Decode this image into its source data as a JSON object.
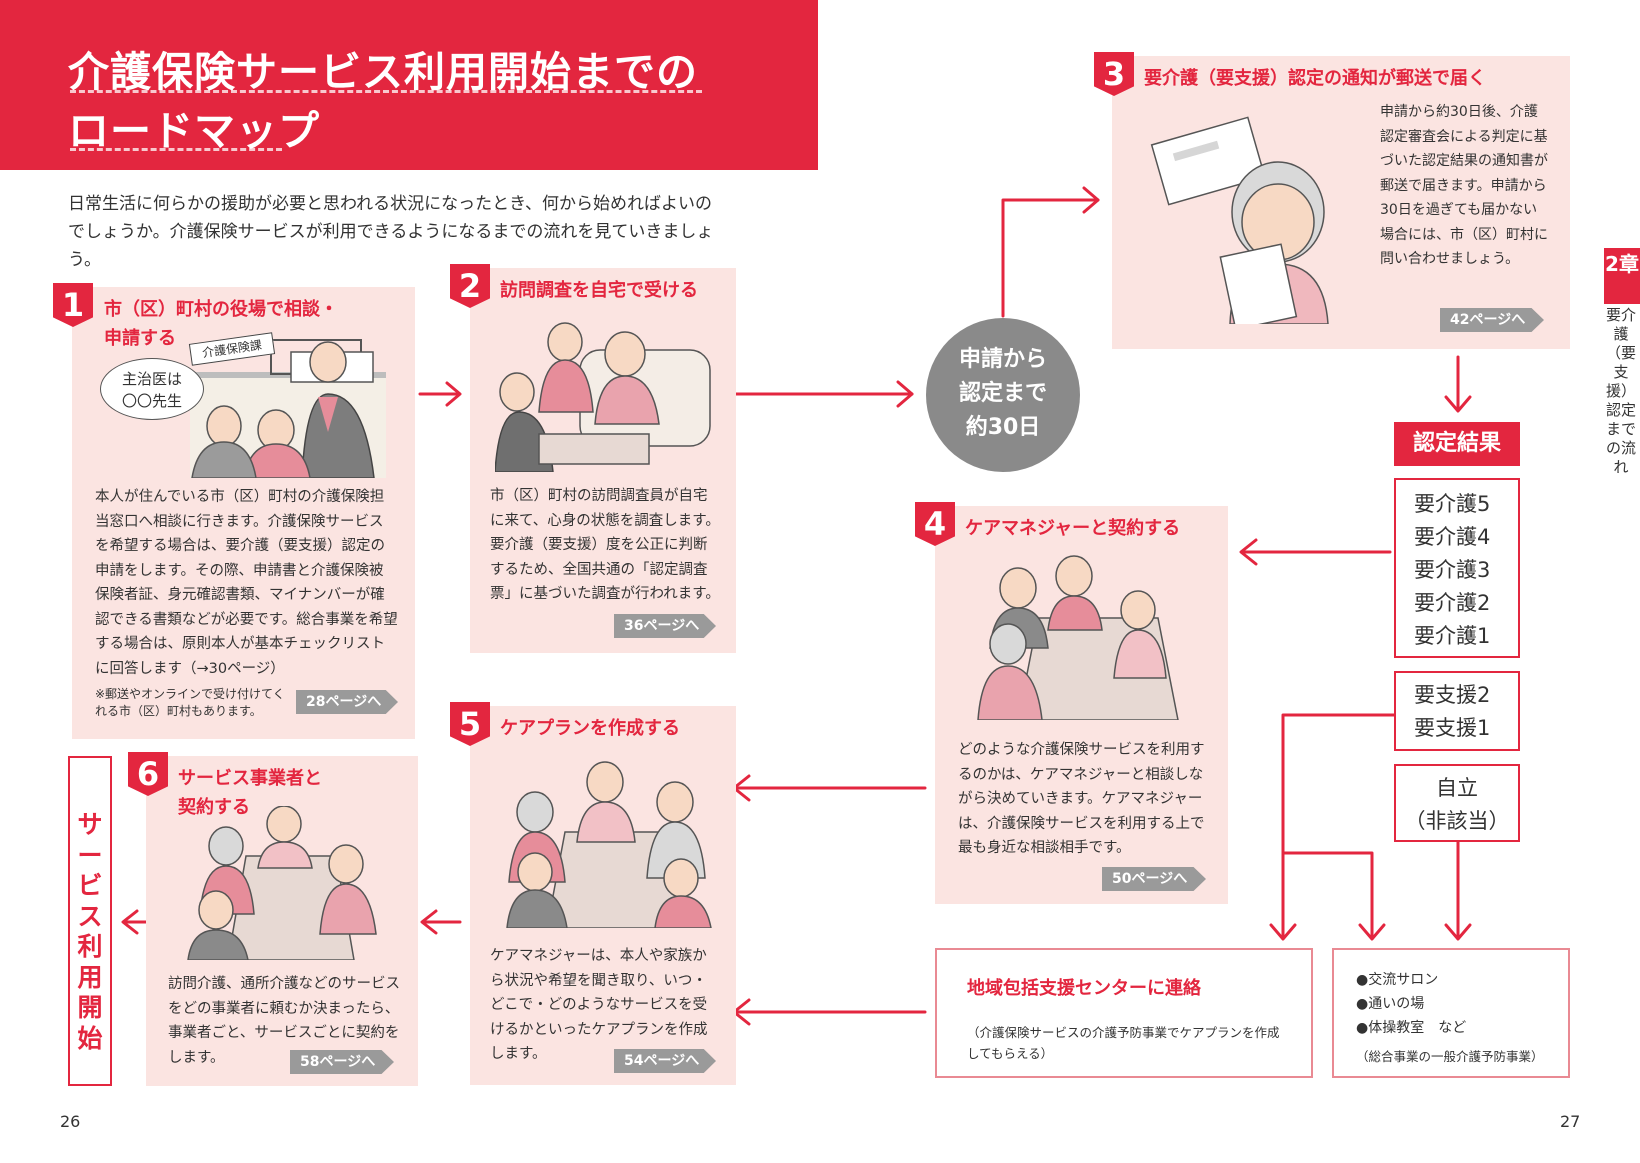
{
  "header": {
    "title_line1": "介護保険サービス利用開始までの",
    "title_line2": "ロードマップ"
  },
  "intro": "日常生活に何らかの援助が必要と思われる状況になったとき、何から始めればよいのでしょうか。介護保険サービスが利用できるようになるまでの流れを見ていきましょう。",
  "step1": {
    "num": "1",
    "title_l1": "市（区）町村の役場で相談・",
    "title_l2": "申請する",
    "sign": "介護保険課",
    "bubble_l1": "主治医は",
    "bubble_l2": "〇〇先生",
    "body": "本人が住んでいる市（区）町村の介護保険担当窓口へ相談に行きます。介護保険サービスを希望する場合は、要介護（要支援）認定の申請をします。その際、申請書と介護保険被保険者証、身元確認書類、マイナンバーが確認できる書類などが必要です。総合事業を希望する場合は、原則本人が基本チェックリストに回答します（→30ページ）",
    "note": "※郵送やオンラインで受け付けてくれる市（区）町村もあります。",
    "page_ref": "28ページへ"
  },
  "step2": {
    "num": "2",
    "title": "訪問調査を自宅で受ける",
    "body": "市（区）町村の訪問調査員が自宅に来て、心身の状態を調査します。要介護（要支援）度を公正に判断するため、全国共通の「認定調査票」に基づいた調査が行われます。",
    "page_ref": "36ページへ"
  },
  "circle": {
    "l1": "申請から",
    "l2": "認定まで",
    "l3": "約30日"
  },
  "step3": {
    "num": "3",
    "title": "要介護（要支援）認定の通知が郵送で届く",
    "body": "申請から約30日後、介護認定審査会による判定に基づいた認定結果の通知書が郵送で届きます。申請から30日を過ぎても届かない場合には、市（区）町村に問い合わせましょう。",
    "page_ref": "42ページへ"
  },
  "result": {
    "heading": "認定結果",
    "care": [
      "要介護5",
      "要介護4",
      "要介護3",
      "要介護2",
      "要介護1"
    ],
    "support": [
      "要支援2",
      "要支援1"
    ],
    "independent_l1": "自立",
    "independent_l2": "（非該当）"
  },
  "step4": {
    "num": "4",
    "title": "ケアマネジャーと契約する",
    "body": "どのような介護保険サービスを利用するのかは、ケアマネジャーと相談しながら決めていきます。ケアマネジャーは、介護保険サービスを利用する上で最も身近な相談相手です。",
    "page_ref": "50ページへ"
  },
  "step5": {
    "num": "5",
    "title": "ケアプランを作成する",
    "body": "ケアマネジャーは、本人や家族から状況や希望を聞き取り、いつ・どこで・どのようなサービスを受けるかといったケアプランを作成します。",
    "page_ref": "54ページへ"
  },
  "step6": {
    "num": "6",
    "title_l1": "サービス事業者と",
    "title_l2": "契約する",
    "body": "訪問介護、通所介護などのサービスをどの事業者に頼むか決まったら、事業者ごと、サービスごとに契約をします。",
    "page_ref": "58ページへ"
  },
  "end_label": "サービス利用開始",
  "center_box": {
    "title": "地域包括支援センターに連絡",
    "sub": "（介護保険サービスの介護予防事業でケアプランを作成してもらえる）"
  },
  "community_box": {
    "items": [
      "●交流サロン",
      "●通いの場",
      "●体操教室　など"
    ],
    "note": "（総合事業の一般介護予防事業）"
  },
  "side": {
    "chapter": "2章",
    "text": "要介護（要支援）認定までの流れ"
  },
  "pages": {
    "left": "26",
    "right": "27"
  },
  "colors": {
    "accent": "#e3263f",
    "panel": "#fbe4e1",
    "circle": "#8a8a8a"
  }
}
